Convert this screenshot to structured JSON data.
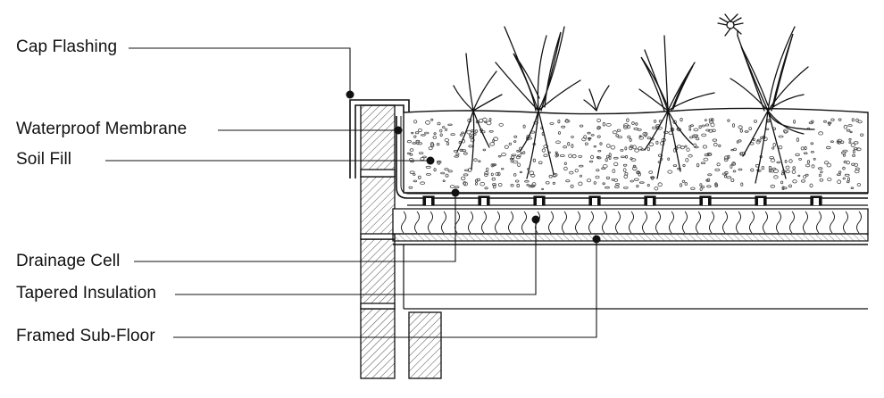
{
  "labels": {
    "cap_flashing": "Cap Flashing",
    "waterproof_membrane": "Waterproof Membrane",
    "soil_fill": "Soil Fill",
    "drainage_cell": "Drainage Cell",
    "tapered_insulation": "Tapered Insulation",
    "framed_sub_floor": "Framed Sub-Floor"
  },
  "colors": {
    "ink": "#111111",
    "background": "#ffffff"
  }
}
